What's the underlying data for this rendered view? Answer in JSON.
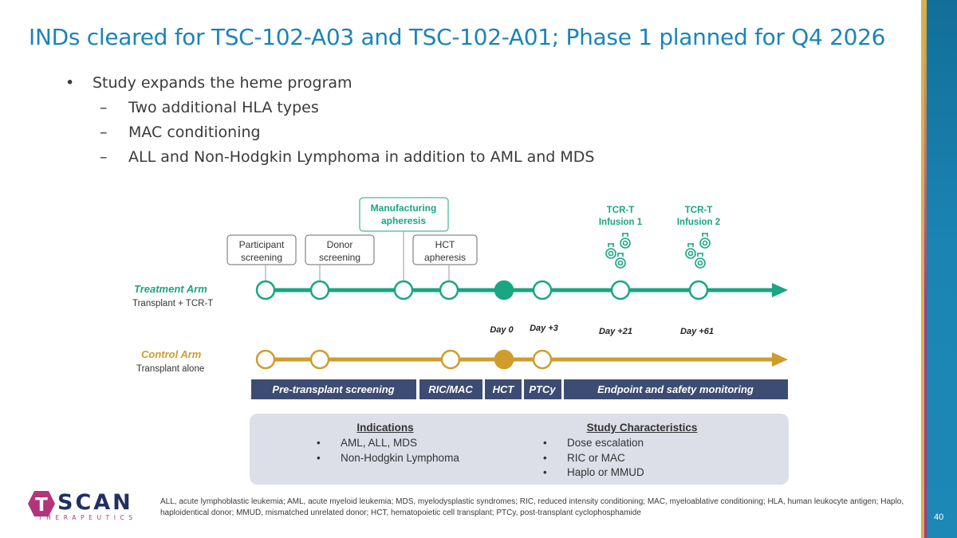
{
  "title": "INDs cleared for TSC-102-A03 and TSC-102-A01; Phase 1 planned for Q4 2026",
  "bullets": {
    "main": "Study expands the heme program",
    "sub": [
      "Two additional HLA types",
      "MAC conditioning",
      "ALL and Non-Hodgkin Lymphoma in addition to AML and MDS"
    ]
  },
  "diagram": {
    "treatment_arm": {
      "title": "Treatment Arm",
      "subtitle": "Transplant + TCR-T",
      "color": "#1aa583"
    },
    "control_arm": {
      "title": "Control Arm",
      "subtitle": "Transplant alone",
      "color": "#cf9c2e"
    },
    "steps": {
      "participant": [
        "Participant",
        "screening"
      ],
      "donor": [
        "Donor",
        "screening"
      ],
      "manufacturing": [
        "Manufacturing",
        "apheresis"
      ],
      "hct_apheresis": [
        "HCT",
        "apheresis"
      ]
    },
    "infusions": {
      "first": [
        "TCR-T",
        "Infusion 1"
      ],
      "second": [
        "TCR-T",
        "Infusion 2"
      ]
    },
    "days": {
      "day0": "Day 0",
      "day3": "Day +3",
      "day21": "Day +21",
      "day61": "Day +61"
    },
    "phases": {
      "pre_transplant": "Pre-transplant screening",
      "conditioning": "RIC/MAC",
      "hct": "HCT",
      "ptcy": "PTCy",
      "monitoring": "Endpoint and safety monitoring"
    },
    "phase_color": "#3d4c72"
  },
  "indications": {
    "heading": "Indications",
    "items": [
      "AML, ALL, MDS",
      "Non-Hodgkin Lymphoma"
    ]
  },
  "study_characteristics": {
    "heading": "Study Characteristics",
    "items": [
      "Dose escalation",
      "RIC or MAC",
      "Haplo or MMUD"
    ]
  },
  "footnote": "ALL, acute lymphoblastic leukemia; AML, acute myeloid leukemia; MDS, myelodysplastic syndromes; RIC, reduced intensity conditioning; MAC, myeloablative conditioning; HLA, human leukocyte antigen; Haplo, haploidentical donor; MMUD, mismatched unrelated donor; HCT, hematopoietic cell transplant; PTCy, post-transplant cyclophosphamide",
  "logo": {
    "word": "SCAN",
    "mark_letter": "T",
    "tagline": "THERAPEUTICS"
  },
  "page_number": "40"
}
